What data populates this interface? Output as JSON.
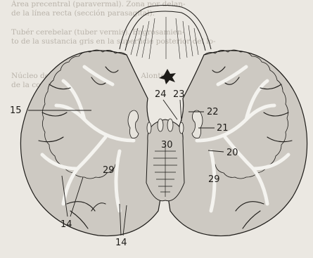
{
  "bleed_through_text": [
    "Área precentral (paravermal). Zona por delan-",
    "de la línea recta (sección parasagital).",
    "Tubér cerebelar (tuber vermis). Engrosamien-",
    "to de la sustancia gris en la superficie posterior del lo-",
    "Núcleo dentado (núcleo dentado). Alonte-",
    "de la corteza cerebelosa."
  ],
  "labels": {
    "l15": "15",
    "l24": "24",
    "l23": "23",
    "l22": "22",
    "l21": "21",
    "l20": "20",
    "l30": "30",
    "l29a": "29",
    "l29b": "29",
    "l14a": "14",
    "l14b": "14"
  },
  "colors": {
    "background": "#ebe8e2",
    "gray_matter": "#cdc9c2",
    "white_matter": "#f4f3ef",
    "ink": "#1d1b18"
  }
}
